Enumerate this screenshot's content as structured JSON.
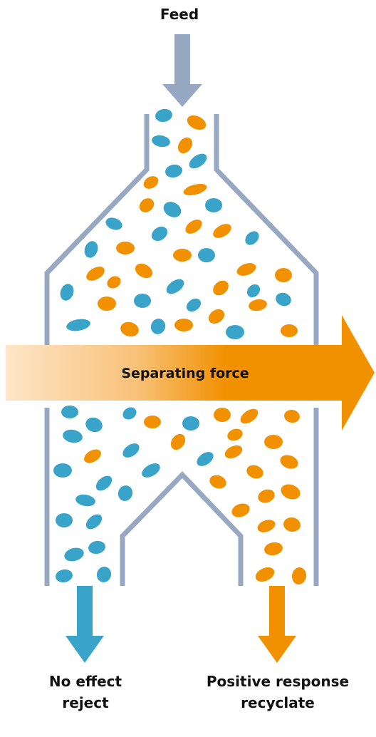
{
  "labels": {
    "feed": "Feed",
    "force": "Separating force",
    "reject_line1": "No effect",
    "reject_line2": "reject",
    "recyclate_line1": "Positive response",
    "recyclate_line2": "recyclate"
  },
  "colors": {
    "wall": "#97a9c2",
    "blue_particle": "#3aa3c9",
    "orange_particle": "#f19100",
    "force_start": "#fde6c8",
    "force_end": "#f19100",
    "text": "#111111"
  },
  "icons": {
    "feed_arrow": "down-arrow-icon",
    "force_arrow": "right-arrow-icon",
    "reject_arrow": "down-arrow-icon",
    "recyclate_arrow": "down-arrow-icon"
  }
}
